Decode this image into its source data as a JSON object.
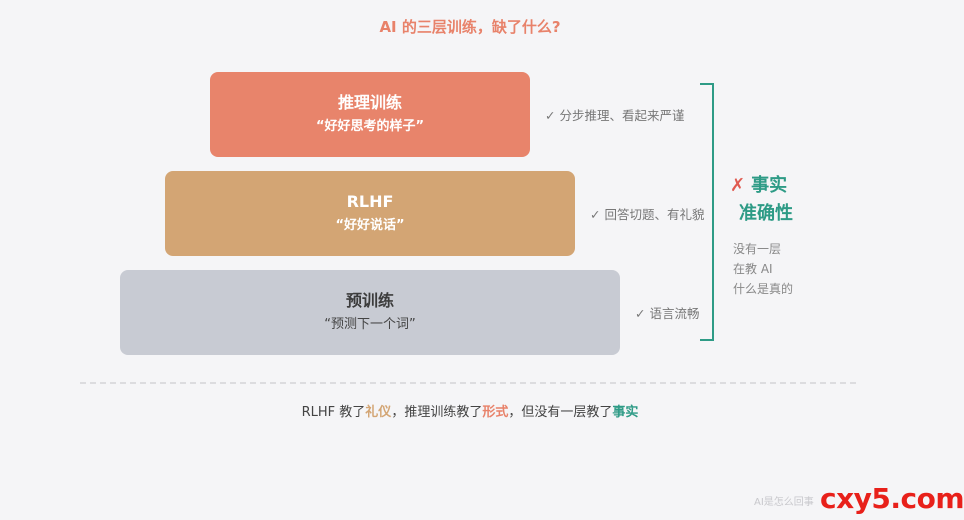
{
  "title": "AI 的三层训练，缺了什么?",
  "layers": [
    {
      "name": "推理训练",
      "quote": "“好好思考的样子”",
      "note": "✓ 分步推理、看起来严谨",
      "color": "#e8846b"
    },
    {
      "name": "RLHF",
      "quote": "“好好说话”",
      "note": "✓ 回答切题、有礼貌",
      "color": "#d3a574"
    },
    {
      "name": "预训练",
      "quote": "“预测下一个词”",
      "note": "✓ 语言流畅",
      "color": "#c8cbd3"
    }
  ],
  "verdict": {
    "mark": "✗",
    "line1": "事实",
    "line2": "准确性",
    "desc": [
      "没有一层",
      "在教 AI",
      "什么是真的"
    ]
  },
  "summary": {
    "p1": "RLHF 教了",
    "e1": "礼仪",
    "p2": "，推理训练教了",
    "e2": "形式",
    "p3": "，但没有一层教了",
    "e3": "事实"
  },
  "footer": "AI是怎么回事",
  "watermark": "cxy5.com",
  "colors": {
    "accent_teal": "#2e9b86",
    "accent_coral": "#e8826a",
    "accent_tan": "#d3a574",
    "cross_red": "#e05a50"
  }
}
